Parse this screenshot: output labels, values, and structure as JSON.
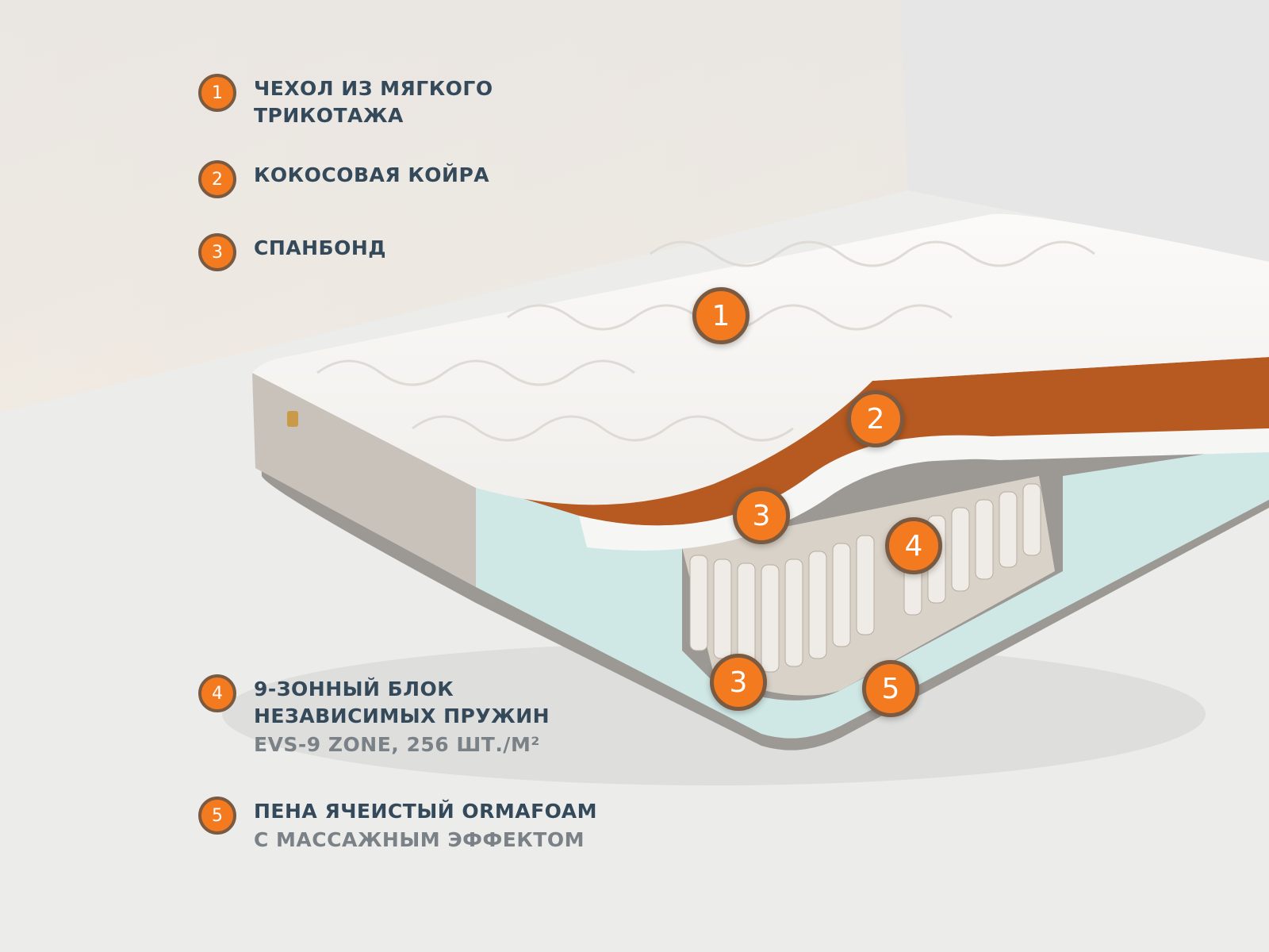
{
  "legend": [
    {
      "number": "1",
      "title": "ЧЕХОЛ ИЗ МЯГКОГО\nТРИКОТАЖА",
      "subtitle": null
    },
    {
      "number": "2",
      "title": "КОКОСОВАЯ КОЙРА",
      "subtitle": null
    },
    {
      "number": "3",
      "title": "СПАНБОНД",
      "subtitle": null
    },
    {
      "number": "4",
      "title": "9-ЗОННЫЙ БЛОК\nНЕЗАВИСИМЫХ ПРУЖИН",
      "subtitle": "EVS-9 ZONE, 256 ШТ./М²"
    },
    {
      "number": "5",
      "title": "ПЕНА ЯЧЕИСТЫЙ ORMAFOAM",
      "subtitle": "С МАССАЖНЫМ ЭФФЕКТОМ"
    }
  ],
  "markers": [
    "1",
    "2",
    "3",
    "4",
    "3",
    "5"
  ],
  "colors": {
    "accent": "#f47a20",
    "ring": "#7a5a40",
    "title": "#34495a",
    "subtitle": "#7a8287"
  }
}
